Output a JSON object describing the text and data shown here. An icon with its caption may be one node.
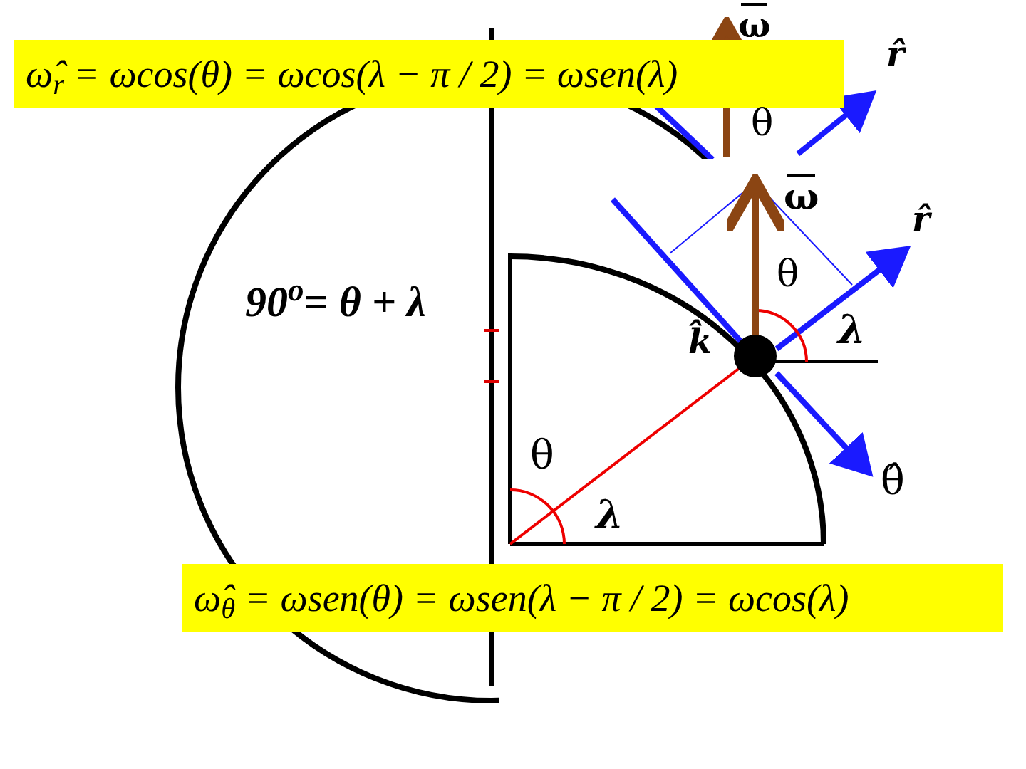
{
  "diagram": {
    "nodes": [
      {
        "text": [
          "ω̂$_{r}$ = ωcos(θ) = ωcos(λ − π / 2) = ωsen(λ)"
        ]
      },
      {
        "text": [
          "ω̂$_{θ}$ = ωsen(θ) = ωsen(λ − π / 2) = ωcos(λ)"
        ]
      }
    ],
    "labels": [
      "ω",
      "r̂",
      "θ",
      "90$^{o}$= θ + λ",
      "ω",
      "r̂",
      "θ",
      "λ",
      "k̂",
      "θ",
      "λ",
      "θ̂"
    ]
  }
}
